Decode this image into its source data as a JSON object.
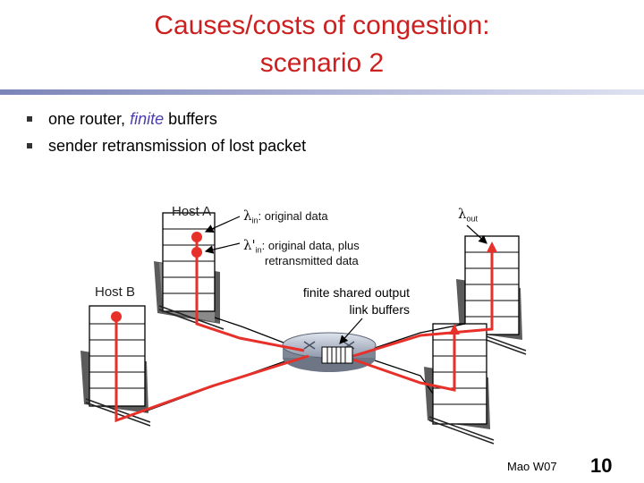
{
  "title": {
    "line1": "Causes/costs of congestion:",
    "line2": "scenario 2"
  },
  "bullets": {
    "item1": {
      "before": "one router, ",
      "emph": "finite",
      "after": " buffers"
    },
    "item2": {
      "text": "sender retransmission of lost packet"
    }
  },
  "diagram": {
    "host_a_label": "Host A",
    "host_b_label": "Host B",
    "lambda_in": {
      "symbol": "λ",
      "sub": "in",
      "text": ": original data"
    },
    "lambda_in_prime": {
      "symbol": "λ'",
      "sub": "in",
      "text1": ": original data, plus",
      "text2": "retransmitted data"
    },
    "lambda_out": {
      "symbol": "λ",
      "sub": "out"
    },
    "buffer_label": {
      "line1": "finite shared output",
      "line2": "link buffers"
    },
    "colors": {
      "flow": "#e8302a",
      "title": "#cc1f1f",
      "emph": "#4a3fb0"
    }
  },
  "footer": {
    "author": "Mao W07",
    "page": "10"
  }
}
